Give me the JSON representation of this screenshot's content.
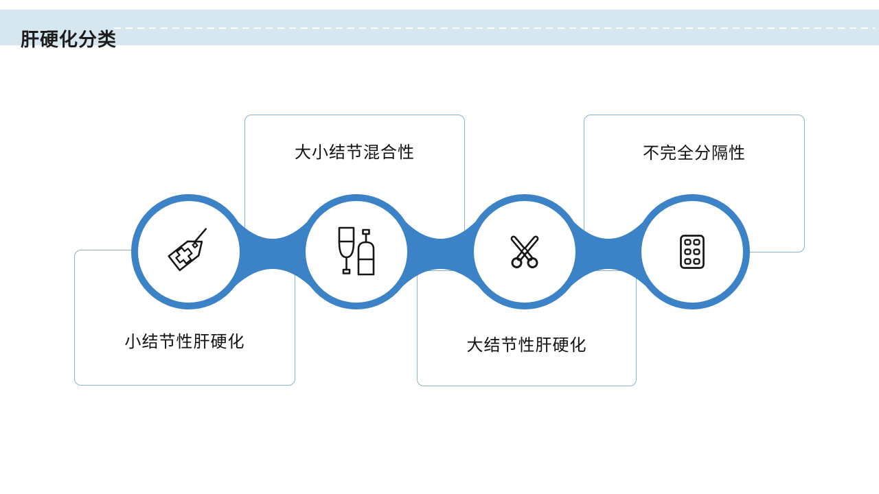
{
  "header": {
    "title": "肝硬化分类"
  },
  "diagram": {
    "nodes": [
      {
        "icon": "medical-tag-icon",
        "label": "小结节性肝硬化",
        "label_position": "bottom"
      },
      {
        "icon": "glass-and-bottle-icon",
        "label": "大小结节混合性",
        "label_position": "top"
      },
      {
        "icon": "scissors-icon",
        "label": "大结节性肝硬化",
        "label_position": "bottom"
      },
      {
        "icon": "pill-blister-icon",
        "label": "不完全分隔性",
        "label_position": "top"
      }
    ]
  },
  "colors": {
    "accent_blue": "#3B82C6",
    "header_band": "#D7E7EF",
    "card_border": "#8AB2CD",
    "dash_line": "#FFFFFF",
    "text": "#111111"
  }
}
